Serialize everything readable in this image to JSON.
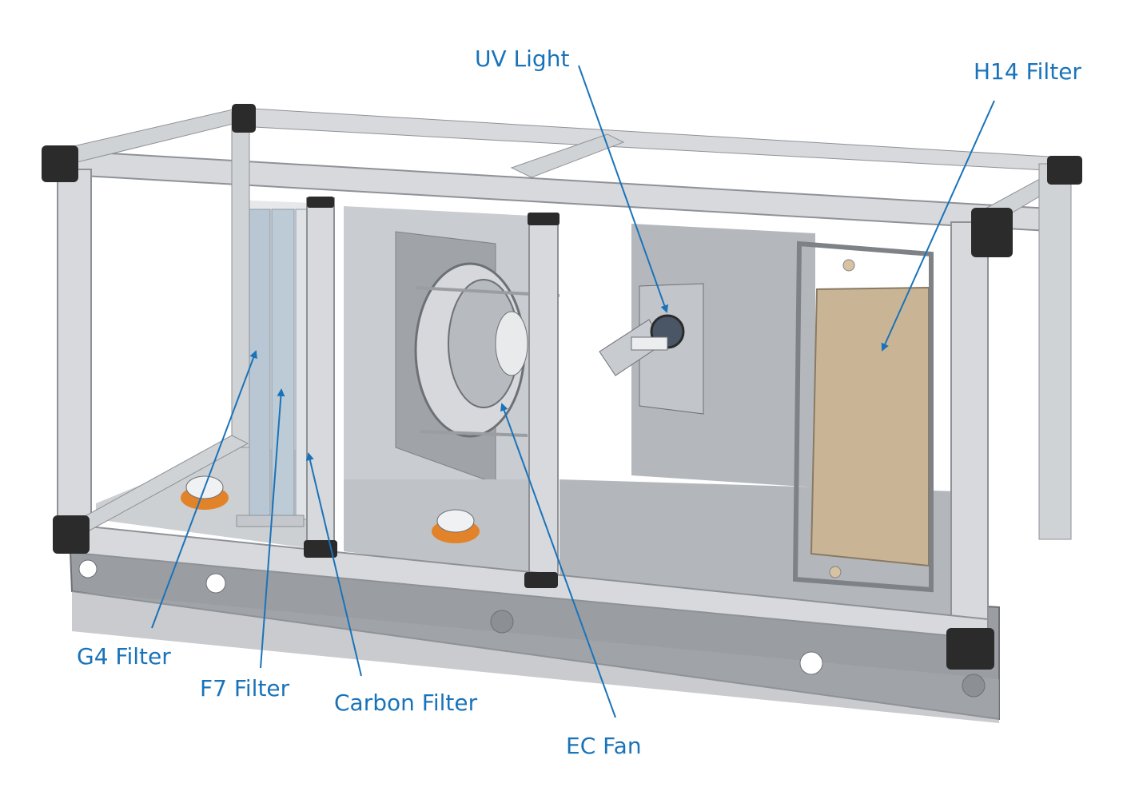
{
  "labels": {
    "uv_light": "UV Light",
    "h14_filter": "H14 Filter",
    "g4_filter": "G4 Filter",
    "f7_filter": "F7 Filter",
    "carbon_filter": "Carbon Filter",
    "ec_fan": "EC Fan"
  },
  "colors": {
    "callout": "#1a73b9",
    "frame": "#d7d9dc",
    "frame_edge": "#8e9297",
    "corner": "#2b2b2b",
    "panel": "#a9aeb3",
    "filter_h14": "#c9b596",
    "filter_blue": "#b8c7d3",
    "sensor": "#e2832a"
  }
}
